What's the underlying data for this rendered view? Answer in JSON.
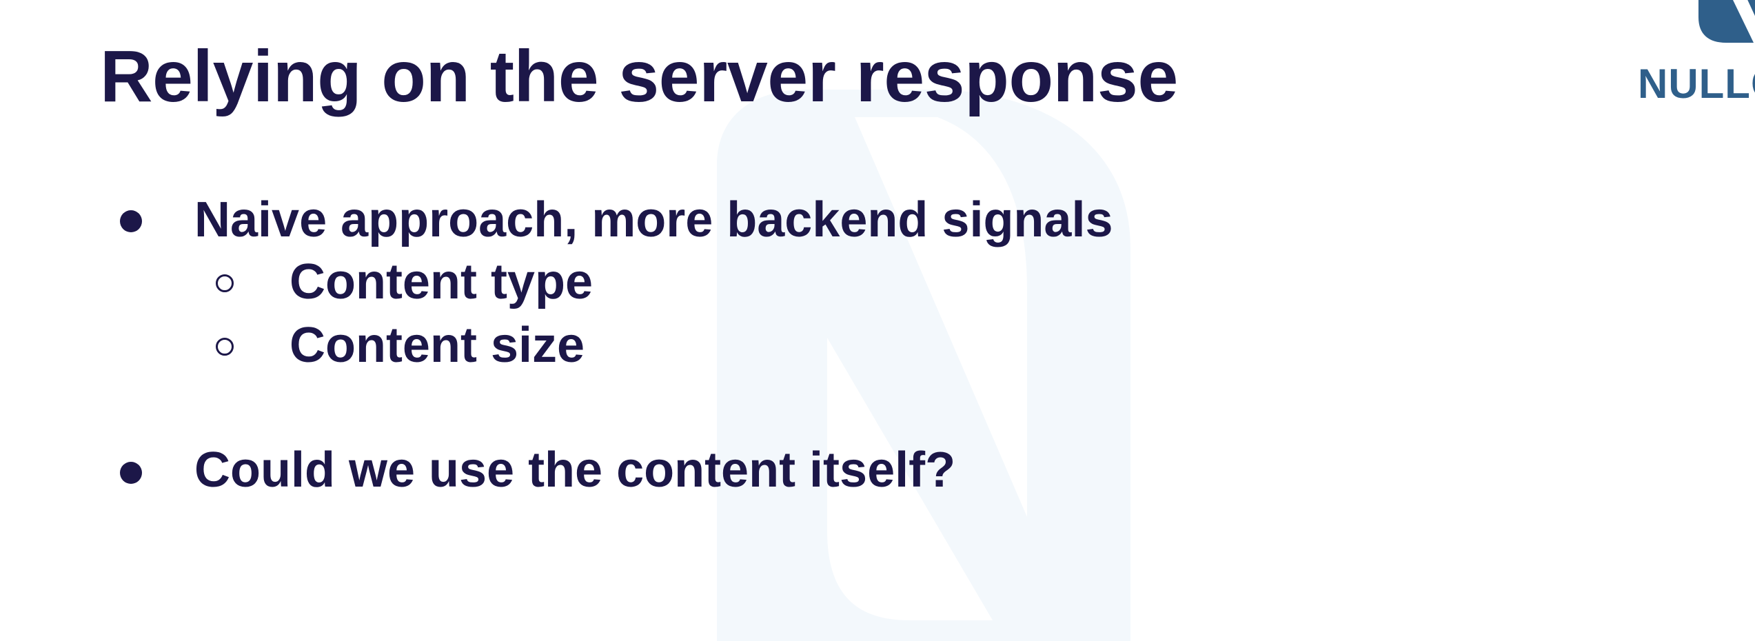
{
  "slide": {
    "title": "Relying on the server response",
    "bullets": [
      {
        "text": "Naive approach, more backend signals",
        "subitems": [
          {
            "text": "Content type"
          },
          {
            "text": "Content size"
          }
        ]
      },
      {
        "text": "Could we use the content itself?",
        "subitems": []
      }
    ]
  },
  "logo": {
    "text": "NULLC",
    "color": "#2f5f8a"
  },
  "colors": {
    "text": "#1c1748",
    "watermark": "#f3f8fc",
    "background": "#ffffff"
  }
}
